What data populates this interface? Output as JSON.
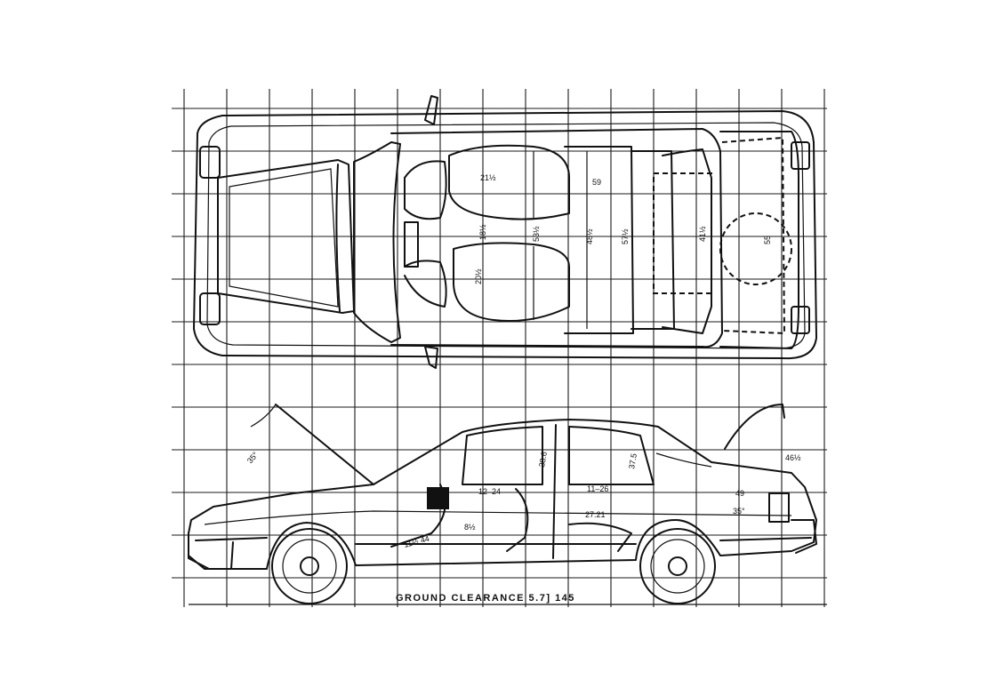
{
  "caption": "GROUND CLEARANCE 5.7] 145",
  "top_view": {
    "dimensions": {
      "front_seat_width": "21½",
      "front_hip": "53½",
      "shoulder_front": "59",
      "rear_seat_width": "48½",
      "rear_hip": "57½",
      "trunk_depth": "41½",
      "trunk_width": "55",
      "front_seat_depth": "18½",
      "console": "20½"
    }
  },
  "side_view": {
    "dimensions": {
      "hood_angle": "35°",
      "headroom_front": "38.6",
      "headroom_rear": "37.5",
      "legroom_front": "12–24",
      "legroom_rear": "11–26",
      "knee": "27.21",
      "seat_height": "8½",
      "floor": "11½  44",
      "trunk_lid": "46½",
      "trunk_height": "49",
      "trunk_angle": "35°"
    }
  }
}
